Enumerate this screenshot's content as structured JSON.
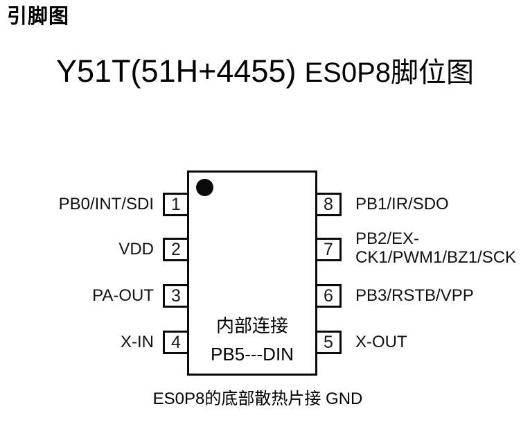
{
  "page": {
    "section_heading": "引脚图",
    "title": {
      "part1": "Y51T(51H+4455)",
      "part2": "ES0P8脚位图"
    },
    "caption": "ES0P8的底部散热片接 GND"
  },
  "chip": {
    "package": "ESOP8",
    "internal_text_line1": "内部连接",
    "internal_text_line2": "PB5---DIN",
    "pin1_indicator": "dot"
  },
  "pins": {
    "left": [
      {
        "number": "1",
        "label": "PB0/INT/SDI"
      },
      {
        "number": "2",
        "label": "VDD"
      },
      {
        "number": "3",
        "label": "PA-OUT"
      },
      {
        "number": "4",
        "label": "X-IN"
      }
    ],
    "right": [
      {
        "number": "8",
        "label": "PB1/IR/SDO"
      },
      {
        "number": "7",
        "label": "PB2/EX-\nCK1/PWM1/BZ1/SCK"
      },
      {
        "number": "6",
        "label": "PB3/RSTB/VPP"
      },
      {
        "number": "5",
        "label": "X-OUT"
      }
    ]
  },
  "colors": {
    "ink": "#000000",
    "line": "#0a0a0a",
    "background": "#ffffff"
  }
}
